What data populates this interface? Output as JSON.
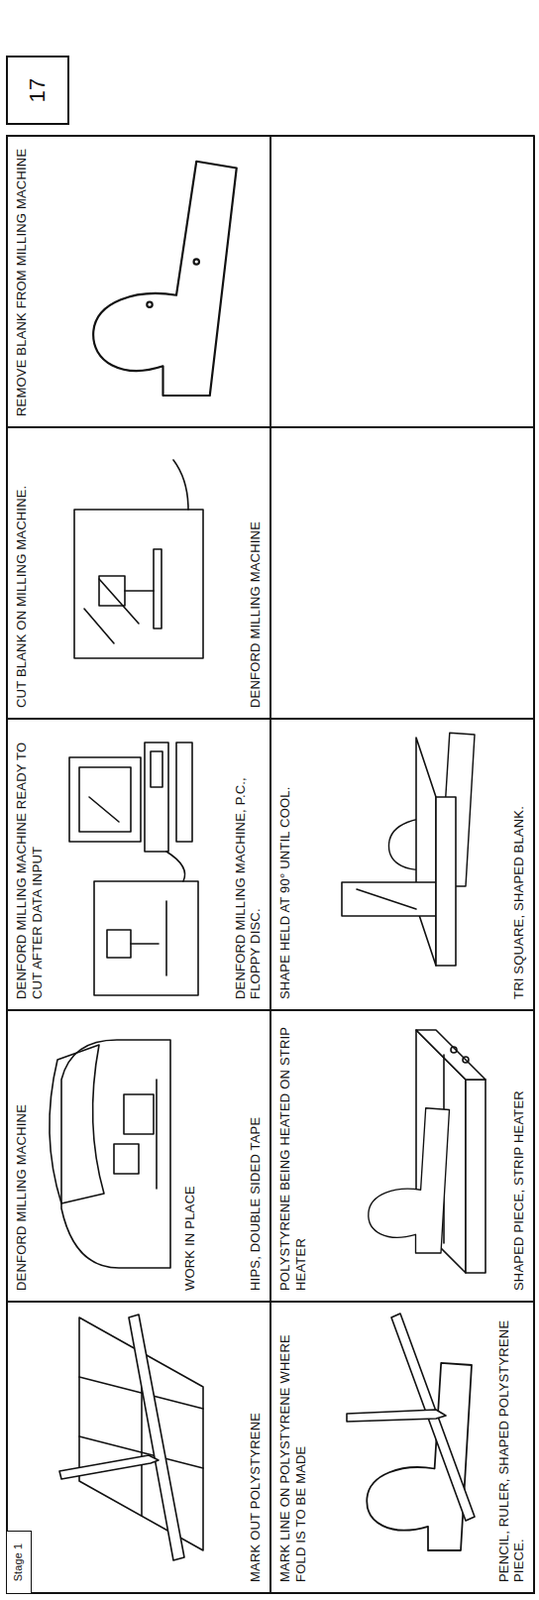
{
  "diagram": {
    "nodes": [
      {
        "text": [
          "MARK OUT POLYSTYRENE"
        ]
      },
      {
        "text": [
          "Stage 1"
        ],
        "in": 0
      },
      {
        "text": [
          "DENFORD MILLING MACHINE",
          "WORK IN PLACE",
          "HIPS, DOUBLE SIDED TAPE"
        ]
      },
      {
        "text": [
          "DENFORD MILLING MACHINE READY TO CUT AFTER DATA INPUT",
          "DENFORD MILLING MACHINE, P.C., FLOPPY DISC."
        ]
      },
      {
        "text": [
          "CUT BLANK ON MILLING MACHINE.",
          "DENFORD MILLING MACHINE"
        ]
      },
      {
        "text": [
          "REMOVE BLANK FROM MILLING MACHINE"
        ]
      },
      {
        "text": [
          "MARK LINE ON POLYSTYRENE WHERE FOLD IS TO BE MADE",
          "PENCIL, RULER, SHAPED POLYSTYRENE PIECE."
        ]
      },
      {
        "text": [
          "POLYSTYRENE BEING HEATED ON STRIP HEATER",
          "SHAPED PIECE, STRIP HEATER"
        ]
      },
      {
        "text": [
          "SHAPE HELD AT 90° UNTIL COOL.",
          "TRI SQUARE, SHAPED BLANK."
        ]
      },
      {
        "text": [
          "17"
        ]
      }
    ]
  }
}
